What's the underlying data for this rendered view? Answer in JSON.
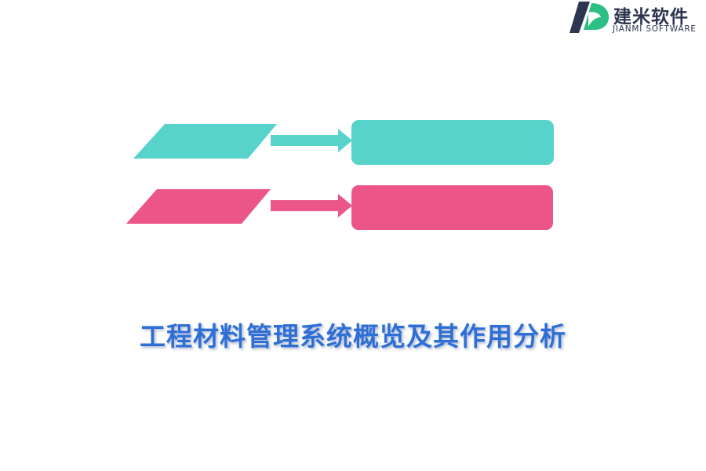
{
  "logo": {
    "name_cn": "建米软件",
    "name_en": "JIANMI SOFTWARE",
    "icon": "jianmi-logo-icon"
  },
  "colors": {
    "teal": "#57d3c9",
    "pink": "#ec5587",
    "title": "#2e6fd6",
    "logo_dark": "#2d3550",
    "logo_green": "#2bbf84"
  },
  "title": "工程材料管理系统概览及其作用分析"
}
